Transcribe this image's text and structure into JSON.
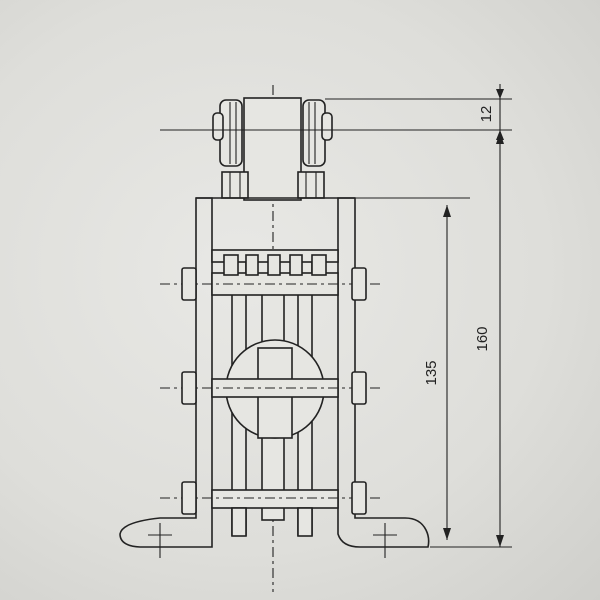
{
  "diagram": {
    "dimensions": [
      {
        "label": "12"
      },
      {
        "label": "160"
      },
      {
        "label": "135"
      }
    ],
    "colors": {
      "line": "#222222",
      "paper": "#e2e2de"
    }
  }
}
